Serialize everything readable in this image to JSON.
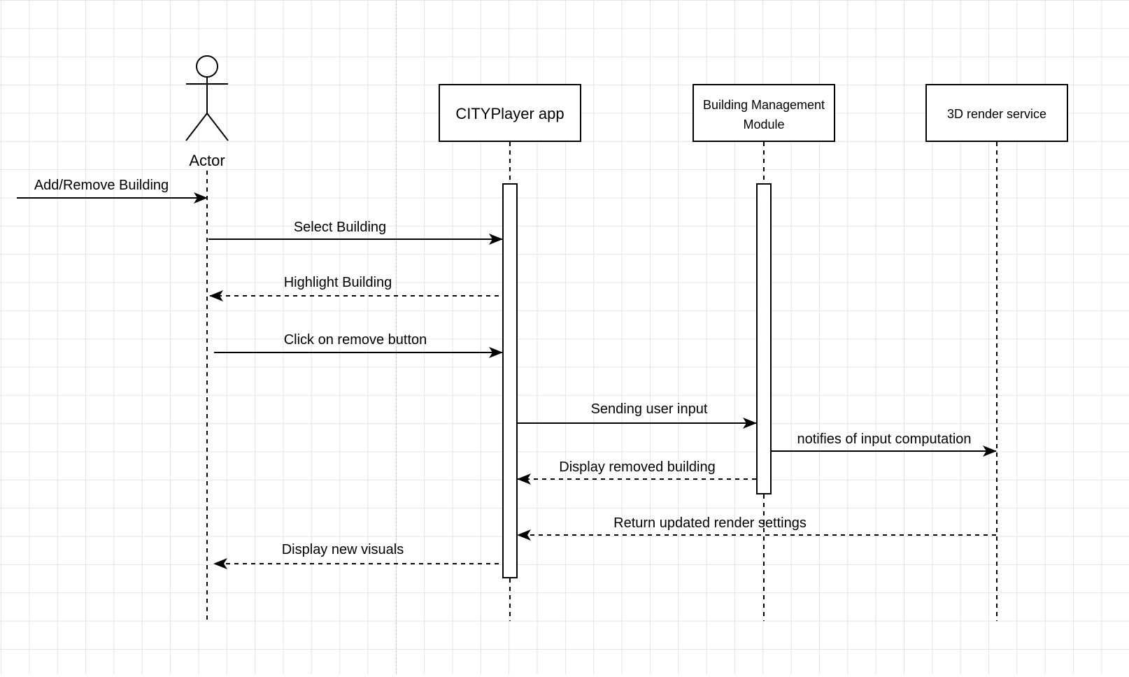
{
  "diagram": {
    "type": "sequence-diagram",
    "participants": [
      {
        "id": "actor",
        "label": "Actor",
        "kind": "actor"
      },
      {
        "id": "app",
        "label": "CITYPlayer app",
        "kind": "box"
      },
      {
        "id": "bmm",
        "label": "Building Management Module",
        "label_lines": [
          "Building Management",
          "Module"
        ],
        "kind": "box"
      },
      {
        "id": "render",
        "label": "3D render service",
        "kind": "box"
      }
    ],
    "messages": [
      {
        "from": "external",
        "to": "actor",
        "label": "Add/Remove Building",
        "style": "solid"
      },
      {
        "from": "actor",
        "to": "app",
        "label": "Select Building",
        "style": "solid"
      },
      {
        "from": "app",
        "to": "actor",
        "label": "Highlight Building",
        "style": "dashed"
      },
      {
        "from": "actor",
        "to": "app",
        "label": "Click on remove button",
        "style": "solid"
      },
      {
        "from": "app",
        "to": "bmm",
        "label": "Sending user input",
        "style": "solid"
      },
      {
        "from": "bmm",
        "to": "render",
        "label": "notifies of input computation",
        "style": "solid"
      },
      {
        "from": "bmm",
        "to": "app",
        "label": "Display removed building",
        "style": "dashed"
      },
      {
        "from": "render",
        "to": "app",
        "label": "Return updated render settings",
        "style": "dashed"
      },
      {
        "from": "app",
        "to": "actor",
        "label": "Display new visuals",
        "style": "dashed"
      }
    ]
  }
}
